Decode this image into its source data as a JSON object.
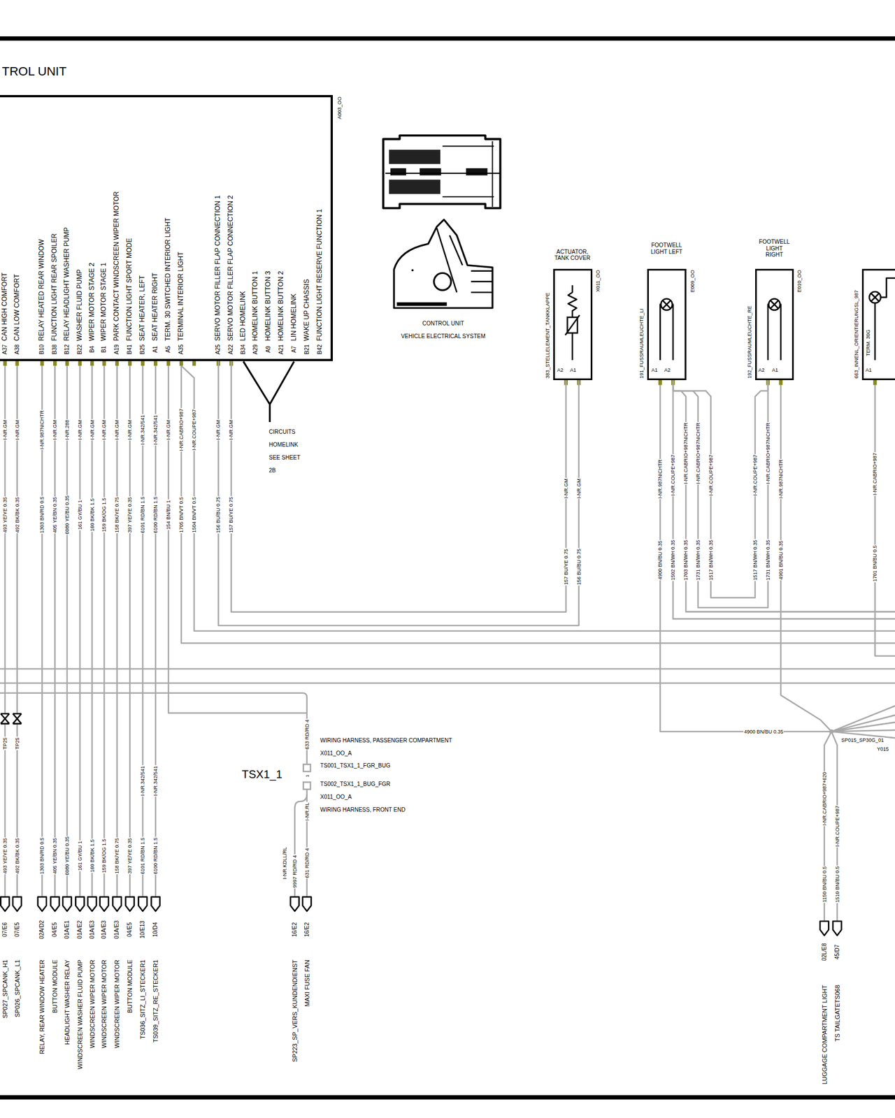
{
  "diagram": {
    "title": "TROL UNIT",
    "nodes": [
      {
        "text": [
          "A003_OO"
        ]
      },
      {
        "text": [
          "ACTUATOR, TANK COVER",
          "X011_OO",
          "383_STELLELEMENT_TANKKLAPPE",
          "A2",
          "A1"
        ]
      },
      {
        "text": [
          "FOOTWELL LIGHT LEFT",
          "E009_OO",
          "191_FUSSRAUMLEUCHTE_LI",
          "A1",
          "A2"
        ]
      },
      {
        "text": [
          "FOOTWELL LIGHT RIGHT",
          "E010_OO",
          "192_FUSSRAUMLEUCHTE_RE",
          "A2",
          "A1"
        ]
      },
      {
        "text": [
          "663_INNENL_ORIENTIERUNGSL_987",
          "TERM. 30G",
          "A1"
        ]
      }
    ],
    "edges": [
      {
        "from": 0,
        "to": 1,
        "arrow": "none"
      },
      {
        "from": 0,
        "to": 1,
        "arrow": "none"
      },
      {
        "from": 2,
        "to": 3,
        "arrow": "none"
      },
      {
        "from": 2,
        "to": 3,
        "arrow": "none"
      }
    ],
    "labels": [
      "CAN HIGH COMFORT",
      "CAN LOW COMFORT",
      "RELAY HEATED REAR WINDOW",
      "FUNCTION LIGHT REAR SPOILER",
      "RELAY HEADLIGHT WASHER PUMP",
      "WASHER FLUID PUMP",
      "WIPER MOTOR STAGE 2",
      "WIPER MOTOR STAGE 1",
      "PARK CONTACT WINDSCREEN WIPER MOTOR",
      "FUNCTION LIGHT SPORT MODE",
      "SEAT HEATER, LEFT",
      "SEAT HEATER RIGHT",
      "TERM. 30 SWITCHED INTERIOR LIGHT",
      "TERMINAL INTERIOR LIGHT",
      "SERVO MOTOR FILLER FLAP CONNECTION 1",
      "SERVO MOTOR FILLER FLAP CONNECTION 2",
      "LED HOMELINK",
      "HOMELINK BUTTON 1",
      "HOMELINK BUTTON 3",
      "HOMELINK BUTTON 2",
      "LIN HOMELINK",
      "WAKE UP CHASSIS",
      "FUNCTION LIGHT RESERVE FUNCTION 1",
      "A37",
      "A38",
      "B10",
      "B38",
      "B12",
      "B22",
      "B4",
      "B1",
      "A19",
      "B41",
      "B25",
      "A1",
      "A5",
      "A35",
      "A25",
      "A22",
      "B34",
      "A29",
      "A9",
      "A21",
      "A7",
      "B21",
      "B42",
      "I-NR.GM",
      "I-NR.GM",
      "I-NR.987NICHTR",
      "I-NR.GM",
      "I-NR.288",
      "I-NR.GM",
      "I-NR.GM",
      "I-NR.GM",
      "I-NR.GM",
      "I-NR.GM",
      "I-NR.342/541",
      "I-NR.342/541",
      "I-NR.GM",
      "I-NR.CABRIO+987",
      "I-NR.COUPE+987",
      "I-NR.GM",
      "I-NR.GM",
      "493 YE/YE 0.35",
      "492 BK/BK 0.35",
      "1303 BN/RD 0.5",
      "405 YE/BN 0.35",
      "6080 YE/BU 0.35",
      "161 GY/BU 1",
      "160 BK/BK 1.5",
      "159 BK/OG 1.5",
      "158 BK/YE 0.75",
      "397 YE/YE 0.35",
      "6101 RD/BN 1.5",
      "6100 RD/BN 1.5",
      "154 BN/BU 1",
      "1705 BN/VT 0.5",
      "1504 BN/VT 0.5",
      "156 BU/BU 0.75",
      "157 BU/YE 0.75",
      "CIRCUITS HOMELINK SEE SHEET 2B",
      "TP25",
      "TP25",
      "I-NR.342/541",
      "I-NR.342/541",
      "493 YE/YE 0.35",
      "492 BK/BK 0.35",
      "1303 BN/RD 0.5",
      "405 YE/BN 0.35",
      "6080 YE/BU 0.35",
      "161 GY/BU 1",
      "160 BK/BK 1.5",
      "159 BK/OG 1.5",
      "158 BK/YE 0.75",
      "397 YE/YE 0.35",
      "6101 RD/BN 1.5",
      "6100 RD/BN 1.5",
      "07/E6",
      "07/E5",
      "02A/D2",
      "04/E5",
      "01A/E1",
      "01A/E2",
      "01A/E3",
      "01A/E3",
      "01A/E3",
      "04/E5",
      "10/E13",
      "10/D4",
      "SP027_SPCANK_H1",
      "SP026_SPCANK_L1",
      "RELAY, REAR WINDOW HEATER",
      "BUTTON MODULE",
      "HEADLIGHT WASHER RELAY",
      "WINDSCREEN WASHER FLUID PUMP",
      "WINDSCREEN WIPER MOTOR",
      "WINDSCREEN WIPER MOTOR",
      "WINDSCREEN WIPER MOTOR",
      "BUTTON MODULE",
      "TS036_SITZ_LI_STECKER1",
      "TS039_SITZ_RE_STECKER1",
      "633 RD/RD 4",
      "TSX1_1",
      "WIRING HARNESS, PASSENGER COMPARTMENT",
      "X011_OO_A",
      "TS001_TSX1_1_FGR_BUG",
      "1",
      "TS002_TSX1_1_BUG_FGR",
      "X011_OO_A",
      "WIRING HARNESS, FRONT END",
      "I-NR.RL",
      "I-NR.KDLL/RL",
      "9997 RD/RD 4",
      "631 RD/RD 4",
      "16/E2",
      "16/E2",
      "SP223_SP_VERS_KUNDENDIENST",
      "MAXI FUSE FAN",
      "I-NR.GM",
      "I-NR.GM",
      "157 BU/YE 0.75",
      "156 BU/BU 0.75",
      "I-NR.987NICHTR",
      "I-NR.COUPE+987",
      "I-NR.CABRIO+987NICHTR",
      "I-NR.CABRIO+987NICHTR",
      "I-NR.COUPE+987",
      "4900 BN/BU 0.35",
      "1502 BN/WH 0.35",
      "1703 BN/WH 0.35",
      "1731 BN/WH 0.35",
      "1517 BN/WH 0.35",
      "I-NR.COUPE+987",
      "I-NR.CABRIO+987NICHTR",
      "I-NR.987NICHTR",
      "1517 BN/WH 0.35",
      "1731 BN/WH 0.35",
      "4901 BN/BU 0.35",
      "I-NR.CABRIO+987",
      "1701 BN/BU 0.5",
      "4900 BN/BU 0.35",
      "SP015_SP30G_01",
      "Y015",
      "I-NR.CABRIO+987+620",
      "I-NR.COUPE+987",
      "1150 BN/BU 0.5",
      "1510 BN/BU 0.5",
      "02L/E8",
      "45/D7",
      "LUGGAGE COMPARTMENT LIGHT",
      "TS TAILGATETS068",
      "CONTROL UNIT",
      "VEHICLE ELECTRICAL SYSTEM"
    ]
  }
}
